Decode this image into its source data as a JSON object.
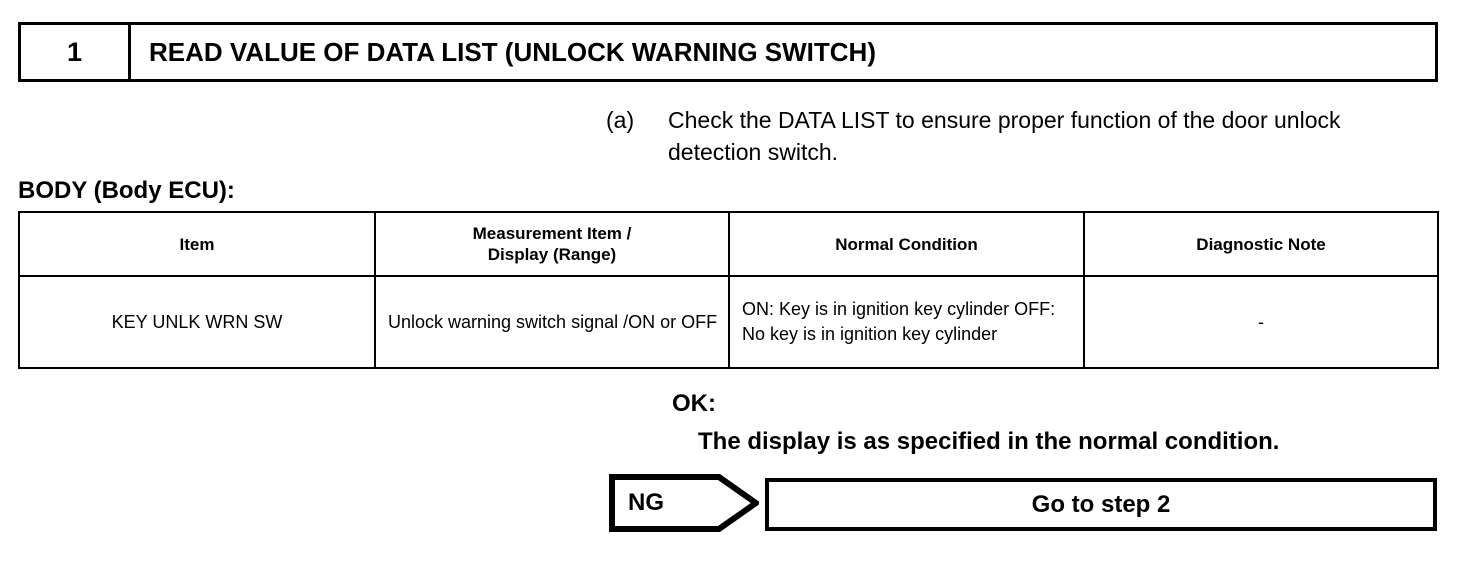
{
  "step_header": {
    "number": "1",
    "title": "READ VALUE OF DATA LIST (UNLOCK WARNING SWITCH)"
  },
  "instruction": {
    "marker": "(a)",
    "text": "Check the DATA LIST to ensure proper function of the door unlock detection switch."
  },
  "section_label": "BODY (Body ECU):",
  "table": {
    "headers": {
      "item": "Item",
      "measurement_line1": "Measurement Item /",
      "measurement_line2": "Display (Range)",
      "normal_condition": "Normal Condition",
      "diagnostic_note": "Diagnostic Note"
    },
    "rows": [
      {
        "item": "KEY UNLK WRN SW",
        "measurement": "Unlock warning switch signal /ON or OFF",
        "normal_condition": "ON: Key is in ignition key cylinder OFF: No key is in ignition key cylinder",
        "diagnostic_note": "-"
      }
    ]
  },
  "result": {
    "ok_label": "OK:",
    "ok_text": "The display is as specified in the normal condition.",
    "ng_label": "NG",
    "ng_action": "Go to step 2"
  },
  "colors": {
    "ink": "#000000",
    "paper": "#ffffff"
  }
}
